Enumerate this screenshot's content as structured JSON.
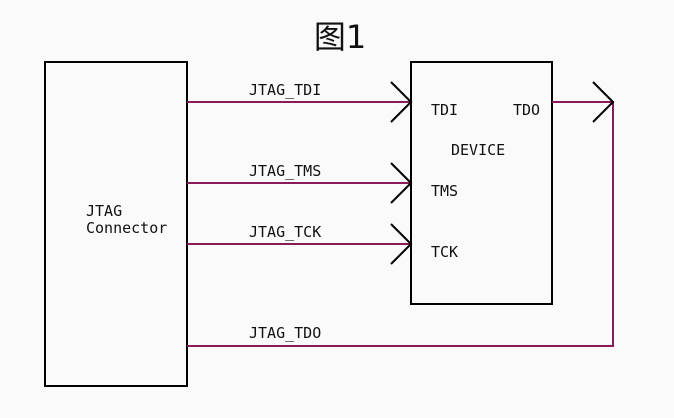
{
  "figure": {
    "title": "图1"
  },
  "connector": {
    "label_line1": "JTAG",
    "label_line2": "Connector"
  },
  "device": {
    "label": "DEVICE",
    "pins": {
      "tdi": "TDI",
      "tdo": "TDO",
      "tms": "TMS",
      "tck": "TCK"
    }
  },
  "signals": {
    "tdi": "JTAG_TDI",
    "tms": "JTAG_TMS",
    "tck": "JTAG_TCK",
    "tdo": "JTAG_TDO"
  },
  "colors": {
    "wire": "#8b1a5c",
    "outline": "#000000",
    "background": "#fafafa"
  }
}
